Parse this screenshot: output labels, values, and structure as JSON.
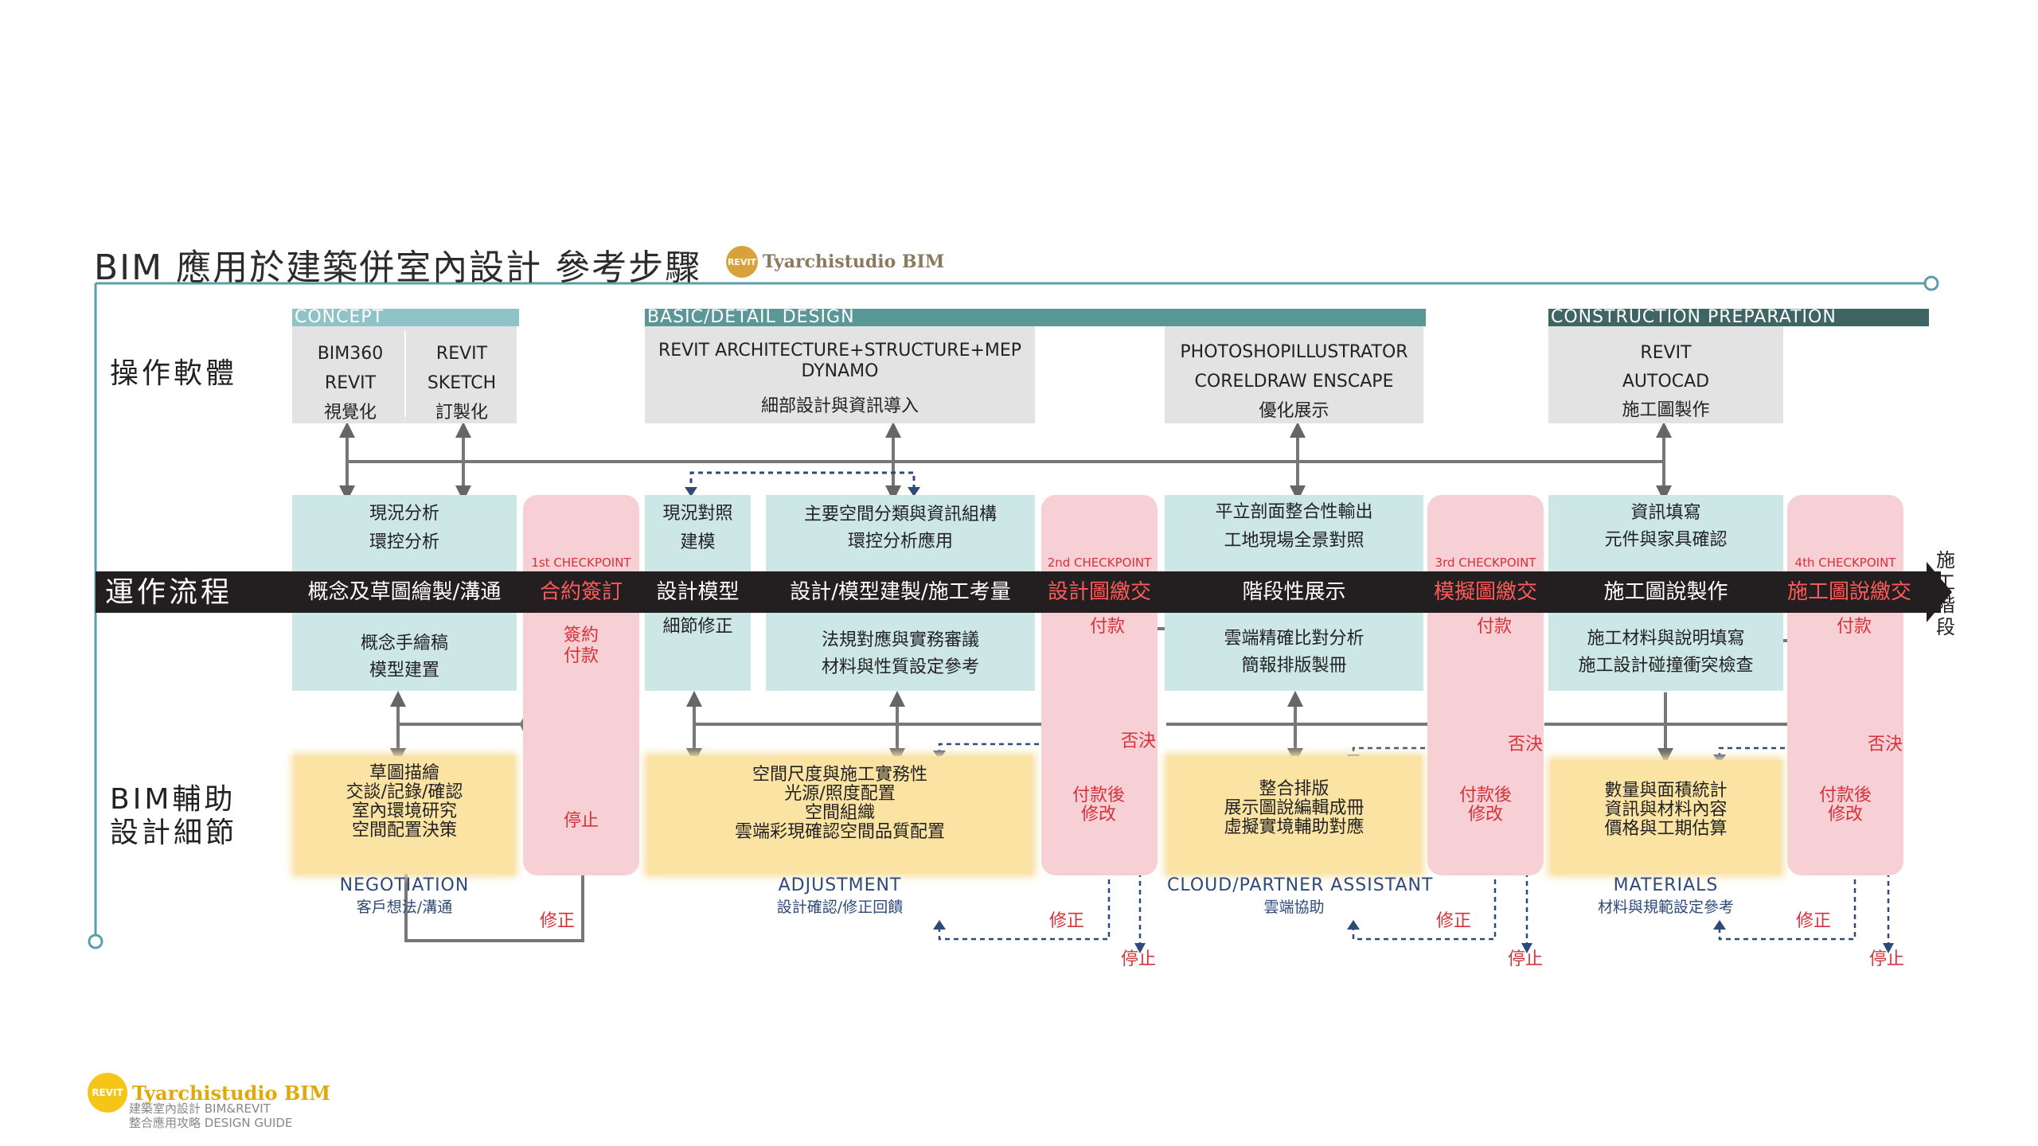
{
  "title": "BIM 應用於建築併室內設計 參考步驟",
  "brand": {
    "badge": "REVIT",
    "name": "Tyarchistudio BIM"
  },
  "row_labels": {
    "software": "操作軟體",
    "flow": "運作流程",
    "bim_line1": "BIM輔助",
    "bim_line2": "設計細節",
    "end_label": "施工階段"
  },
  "phases": {
    "concept": "CONCEPT",
    "basic": "BASIC/DETAIL DESIGN",
    "construction": "CONSTRUCTION PREPARATION"
  },
  "software": {
    "c1": [
      "BIM360",
      "REVIT",
      "視覺化"
    ],
    "c2": [
      "REVIT",
      "SKETCH",
      "訂製化"
    ],
    "basic": [
      "REVIT ARCHITECTURE+STRUCTURE+MEP",
      "DYNAMO",
      "細部設計與資訊導入"
    ],
    "present": [
      "PHOTOSHOPILLUSTRATOR",
      "CORELDRAW ENSCAPE",
      "優化展示"
    ],
    "construct": [
      "REVIT",
      "AUTOCAD",
      "施工圖製作"
    ]
  },
  "upper": {
    "s1": [
      "現況分析",
      "環控分析"
    ],
    "s2": [
      "現況對照",
      "建模"
    ],
    "s3": [
      "主要空間分類與資訊組構",
      "環控分析應用"
    ],
    "s4": [
      "平立剖面整合性輸出",
      "工地現場全景對照"
    ],
    "s5": [
      "資訊填寫",
      "元件與家具確認"
    ]
  },
  "band": {
    "s1": "概念及草圖繪製/溝通",
    "c1": "合約簽訂",
    "s2": "設計模型",
    "s3": "設計/模型建製/施工考量",
    "c2": "設計圖繳交",
    "s4": "階段性展示",
    "c3": "模擬圖繳交",
    "s5": "施工圖說製作",
    "c4": "施工圖說繳交"
  },
  "checkpoints": [
    "1st CHECKPOINT",
    "2nd CHECKPOINT",
    "3rd CHECKPOINT",
    "4th CHECKPOINT"
  ],
  "lower": {
    "s1": [
      "概念手繪稿",
      "模型建置"
    ],
    "s2": [
      "細節修正"
    ],
    "s3": [
      "法規對應與實務審議",
      "材料與性質設定參考"
    ],
    "s4": [
      "雲端精確比對分析",
      "簡報排版製冊"
    ],
    "s5": [
      "施工材料與說明填寫",
      "施工設計碰撞衝突檢查"
    ]
  },
  "pink_labels": {
    "sign_pay": [
      "簽約",
      "付款"
    ],
    "stop": "停止",
    "pay": "付款",
    "reject": "否決",
    "pay_after_modify": [
      "付款後",
      "修改"
    ],
    "fix": "修正"
  },
  "bim": {
    "b1": [
      "草圖描繪",
      "交談/記錄/確認",
      "室內環境研究",
      "空間配置決策"
    ],
    "b2": [
      "空間尺度與施工實務性",
      "光源/照度配置",
      "空間組織",
      "雲端彩現確認空間品質配置"
    ],
    "b3": [
      "整合排版",
      "展示圖說編輯成冊",
      "虛擬實境輔助對應"
    ],
    "b4": [
      "數量與面積統計",
      "資訊與材料內容",
      "價格與工期估算"
    ]
  },
  "under": {
    "u1": [
      "NEGOTIATION",
      "客戶想法/溝通"
    ],
    "u2": [
      "ADJUSTMENT",
      "設計確認/修正回饋"
    ],
    "u3": [
      "CLOUD/PARTNER ASSISTANT",
      "雲端協助"
    ],
    "u4": [
      "MATERIALS",
      "材料與規範設定參考"
    ]
  },
  "footer": {
    "badge": "REVIT",
    "name": "Tyarchistudio BIM",
    "sub1": "建築室內設計 BIM&REVIT",
    "sub2": "整合應用攻略 DESIGN GUIDE"
  },
  "colors": {
    "teal": "#5a9898",
    "dark_teal": "#3e6464",
    "band": "#231f20",
    "pink": "#f6d0d5",
    "red": "#d6323a",
    "blue": "#2e4a7a"
  }
}
